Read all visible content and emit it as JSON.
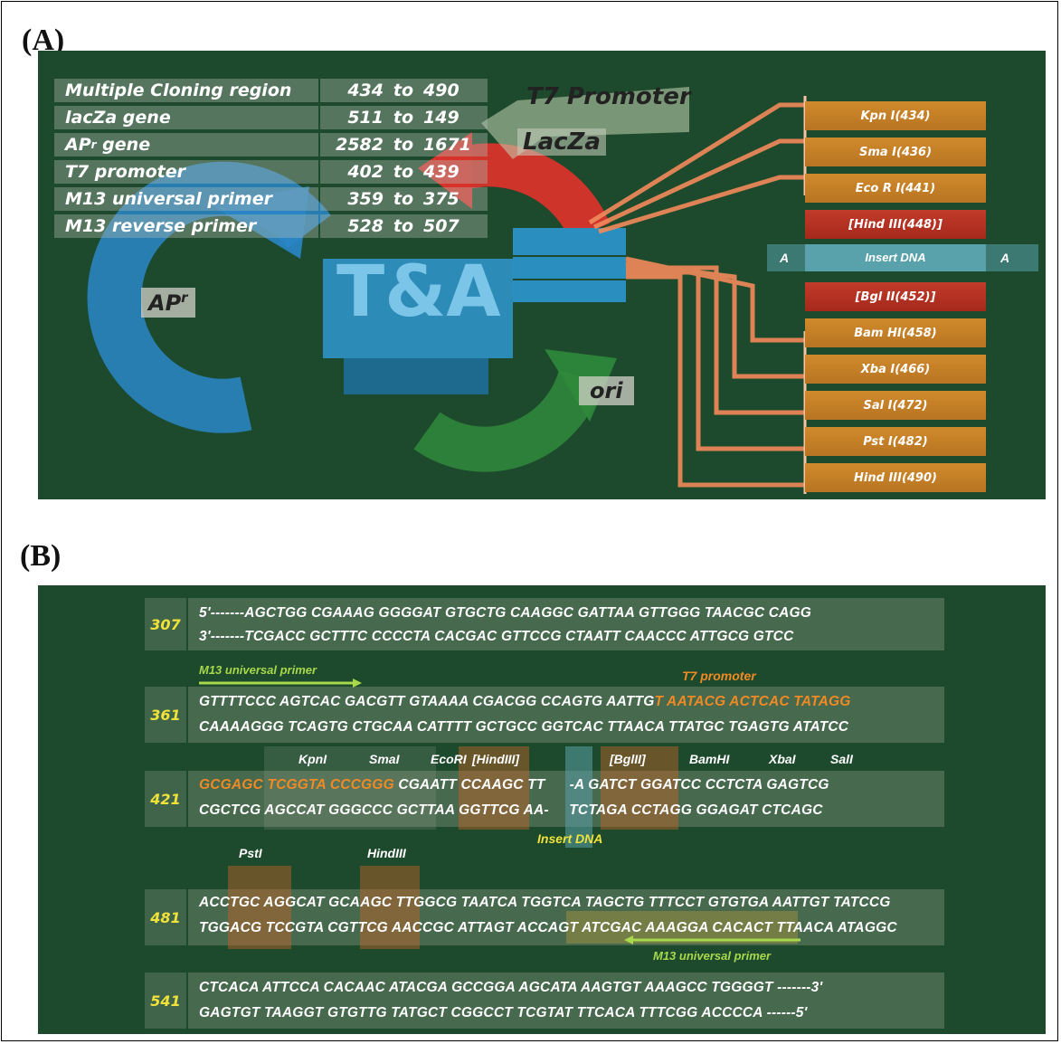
{
  "panels": {
    "a_label": "(A)",
    "b_label": "(B)"
  },
  "panel_a": {
    "features": [
      {
        "name": "Multiple Cloning region",
        "sup": "",
        "from": "434",
        "to_word": "to",
        "to": "490"
      },
      {
        "name": "lacZa gene",
        "sup": "",
        "from": "511",
        "to_word": "to",
        "to": "149"
      },
      {
        "name": "AP",
        "sup": "r",
        "name_suffix": " gene",
        "from": "2582",
        "to_word": "to",
        "to": "1671"
      },
      {
        "name": "T7 promoter",
        "sup": "",
        "from": "402",
        "to_word": "to",
        "to": "439"
      },
      {
        "name": "M13 universal primer",
        "sup": "",
        "from": "359",
        "to_word": "to",
        "to": "375"
      },
      {
        "name": "M13 reverse primer",
        "sup": "",
        "from": "528",
        "to_word": "to",
        "to": "507"
      }
    ],
    "t7_promoter": "T7 Promoter",
    "lacza": "LacZa",
    "apr": "AP",
    "apr_sup": "r",
    "logo": "T&A",
    "ori": "ori",
    "insert_a": "A",
    "insert_label": "Insert DNA",
    "insert_a2": "A",
    "sites": [
      {
        "label": "Kpn I(434)",
        "color": "orange"
      },
      {
        "label": "Sma I(436)",
        "color": "orange"
      },
      {
        "label": "Eco R I(441)",
        "color": "orange"
      },
      {
        "label": "[Hind III(448)]",
        "color": "red"
      },
      {
        "label": "[Bgl II(452)]",
        "color": "red"
      },
      {
        "label": "Bam HI(458)",
        "color": "orange"
      },
      {
        "label": "Xba I(466)",
        "color": "orange"
      },
      {
        "label": "Sal I(472)",
        "color": "orange"
      },
      {
        "label": "Pst I(482)",
        "color": "orange"
      },
      {
        "label": "Hind III(490)",
        "color": "orange"
      }
    ]
  },
  "panel_b": {
    "rows": [
      {
        "pos": "307",
        "top": "5'-------AGCTGG CGAAAG GGGGAT GTGCTG CAAGGC GATTAA GTTGGG TAACGC CAGG",
        "bottom": "3'-------TCGACC GCTTTC CCCCTA CACGAC GTTCCG CTAATT CAACCC ATTGCG GTCC"
      },
      {
        "pos": "361",
        "top": "GTTTTCCC AGTCAC GACGTT GTAAAA CGACGG CCAGTG AATTG",
        "top_orange": "T AATACG ACTCAC TATAGG",
        "bottom": "CAAAAGGG TCAGTG CTGCAA CATTTT GCTGCC GGTCAC TTAACA TTATGC TGAGTG ATATCC"
      },
      {
        "pos": "421",
        "top_orange": "GCGAGC TCGGTA CCCGGG",
        "top": " CGAATT CCAAGC TT      -A GATCT GGATCC CCTCTA GAGTCG",
        "bottom": "CGCTCG AGCCAT GGGCCC GCTTAA GGTTCG AA-     TCTAGA CCTAGG GGAGAT CTCAGC"
      },
      {
        "pos": "481",
        "top": "ACCTGC AGGCAT GCAAGC TTGGCG TAATCA TGGTCA TAGCTG TTTCCT GTGTGA AATTGT TATCCG",
        "bottom": "TGGACG TCCGTA CGTTCG AACCGC ATTAGT ACCAGT ATCGAC AAAGGA CACACT TTAACA ATAGGC"
      },
      {
        "pos": "541",
        "top": "CTCACA ATTCCA CACAAC ATACGA GCCGGA AGCATA AAGTGT AAAGCC TGGGGT -------3'",
        "bottom": "GAGTGT TAAGGT GTGTTG TATGCT CGGCCT TCGTAT TTCACA TTTCGG ACCCCA ------5'"
      }
    ],
    "m13_universal_primer": "M13 universal primer",
    "t7_promoter": "T7 promoter",
    "enzymes_421": [
      "KpnI",
      "SmaI",
      "EcoRI",
      "[HindIII]",
      "[BglII]",
      "BamHI",
      "XbaI",
      "SalI"
    ],
    "enzymes_481": [
      "PstI",
      "HindIII"
    ],
    "insert_dna": "Insert DNA",
    "m13_universal_primer_bottom": "M13 universal primer"
  }
}
